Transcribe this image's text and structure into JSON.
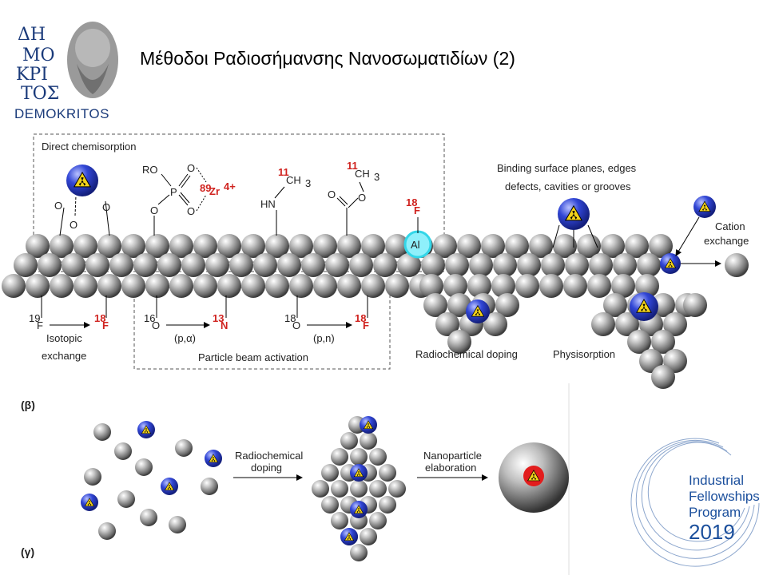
{
  "slide": {
    "title": "Μέθοδοι Ραδιοσήμανσης Νανοσωματιδίων (2)",
    "logo_text": "DEMOKRITOS",
    "logo_glyphs": "ΔΗΜΟΚΡΙΤΟΣ"
  },
  "figure_b": {
    "panel_label": "(β)",
    "direct_chemisorption": "Direct chemisorption",
    "ro": "RO",
    "p": "P",
    "zr": "89Zr4+",
    "zr_mass": "89",
    "zr_sym": "Zr",
    "zr_charge": "4+",
    "hn": "HN",
    "c11_mass": "11",
    "ch3": "CH",
    "ch3_sub": "3",
    "f18_mass": "18",
    "f_sym": "F",
    "al": "Al",
    "binding_1": "Binding surface planes, edges",
    "binding_2": "defects, cavities or grooves",
    "cation_1": "Cation",
    "cation_2": "exchange",
    "f19_mass": "19",
    "isotopic_1": "Isotopic",
    "isotopic_2": "exchange",
    "o16_mass": "16",
    "o_sym": "O",
    "p_alpha": "(p,α)",
    "n13_mass": "13",
    "n_sym": "N",
    "o18_mass": "18",
    "p_n": "(p,n)",
    "particle_beam": "Particle beam activation",
    "radiochemical_doping": "Radiochemical doping",
    "physisorption": "Physisorption"
  },
  "figure_g": {
    "panel_label": "(γ)",
    "step1_1": "Radiochemical",
    "step1_2": "doping",
    "step2_1": "Nanoparticle",
    "step2_2": "elaboration"
  },
  "badge": {
    "line1": "Industrial",
    "line2": "Fellowships",
    "line3": "Program",
    "year": "2019",
    "color": "#1b4f9c"
  },
  "colors": {
    "sphere": "#8a8a8a",
    "radio_blue": "#2b3fbf",
    "radio_yellow": "#f2d21b",
    "label_red": "#d0231f",
    "al_cyan": "#33d6e8"
  }
}
